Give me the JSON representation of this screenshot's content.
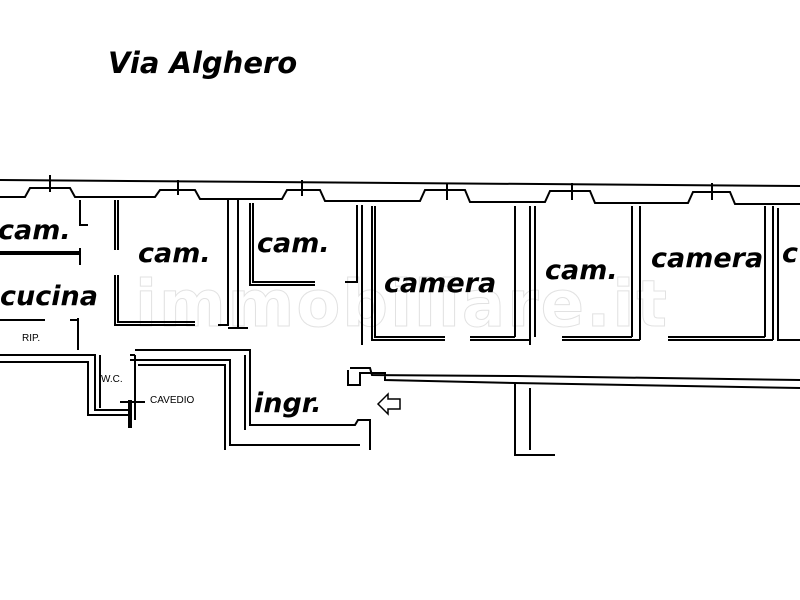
{
  "street_label": "Via Alghero",
  "watermark": "immobiliare.it",
  "rooms": {
    "cam_1": "cam.",
    "cucina": "cucina",
    "rip": "RIP.",
    "cam_2": "cam.",
    "cam_3": "cam.",
    "camera_1": "camera",
    "cam_4": "cam.",
    "camera_2": "camera",
    "partial_right": "c",
    "wc": "W.C.",
    "cavedio": "CAVEDIO",
    "ingresso": "ingr."
  },
  "entrance_arrow_icon": "arrow-right-icon"
}
